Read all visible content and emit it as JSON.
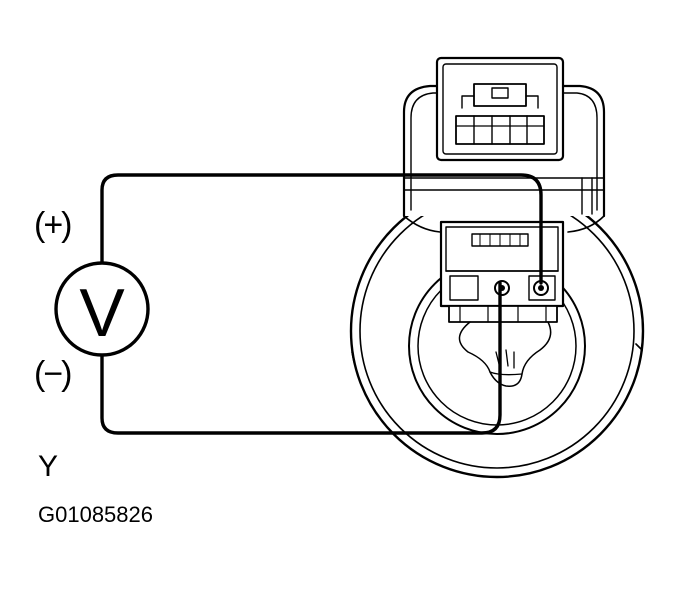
{
  "labels": {
    "positive": "(+)",
    "negative": "(−)",
    "meter_symbol": "V",
    "marker": "Y",
    "figure_id": "G01085826"
  },
  "icons": {
    "meter": "voltmeter-icon",
    "sensor": "sensor-connector-icon"
  },
  "colors": {
    "line": "#000000",
    "background": "#ffffff"
  }
}
